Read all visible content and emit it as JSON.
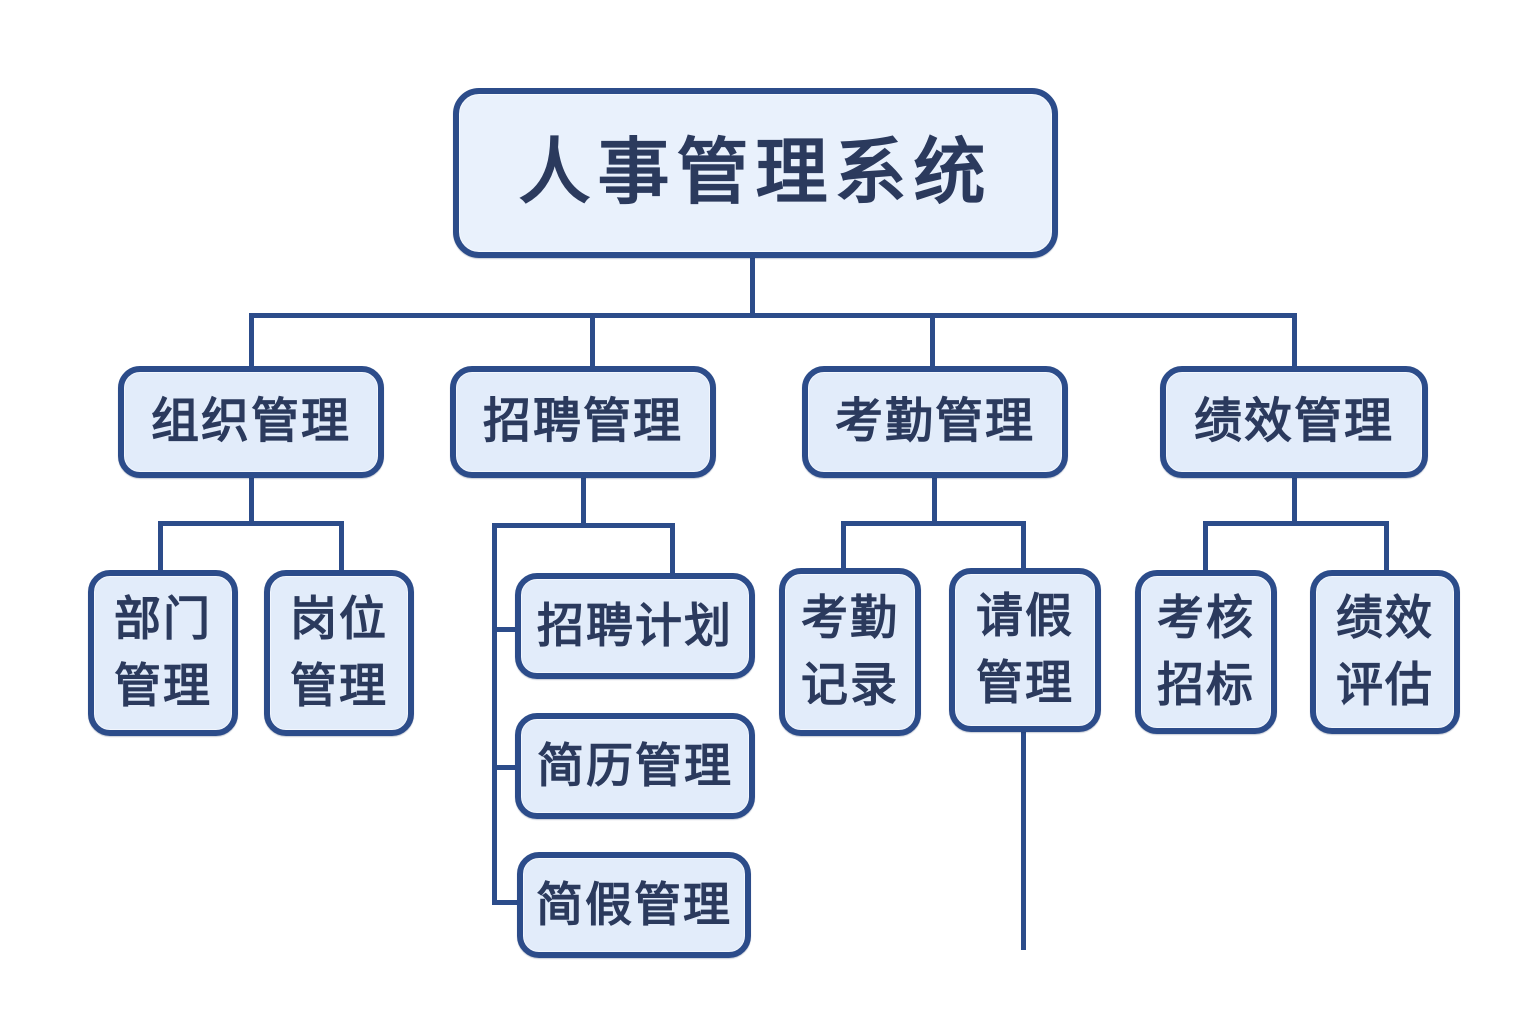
{
  "diagram": {
    "title": "人事管理系统",
    "colors": {
      "background": "#ffffff",
      "node_fill": "#e2ecfa",
      "root_fill": "#e9f1fc",
      "border": "#2c4c8a",
      "connector": "#2c4c8a",
      "text": "#2b3a5d"
    },
    "nodes": {
      "root": "人事管理系统",
      "org": "组织管理",
      "recruit": "招聘管理",
      "attend": "考勤管理",
      "perf": "绩效管理",
      "dept": "部门\n管理",
      "post": "岗位\n管理",
      "plan": "招聘计划",
      "resume": "简历管理",
      "jianjia": "简假管理",
      "record": "考勤\n记录",
      "leave": "请假\n管理",
      "metric": "考核\n招标",
      "eval": "绩效\n评估"
    },
    "hierarchy": {
      "label": "人事管理系统",
      "children": [
        {
          "label": "组织管理",
          "children": [
            {
              "label": "部门管理"
            },
            {
              "label": "岗位管理"
            }
          ]
        },
        {
          "label": "招聘管理",
          "children": [
            {
              "label": "招聘计划"
            },
            {
              "label": "简历管理"
            },
            {
              "label": "简假管理"
            }
          ]
        },
        {
          "label": "考勤管理",
          "children": [
            {
              "label": "考勤记录"
            },
            {
              "label": "请假管理"
            }
          ]
        },
        {
          "label": "绩效管理",
          "children": [
            {
              "label": "考核招标"
            },
            {
              "label": "绩效评估"
            }
          ]
        }
      ]
    }
  }
}
